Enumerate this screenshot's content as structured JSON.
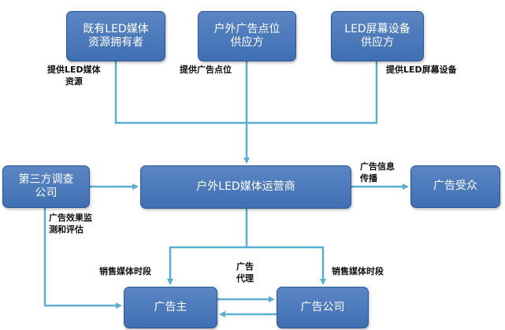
{
  "nodes": {
    "led_owner": "既有LED媒体\n资源拥有者",
    "site_supplier": "户外广告点位\n供应方",
    "device_supplier": "LED屏幕设备\n供应方",
    "third_party": "第三方调查\n公司",
    "operator": "户外LED媒体运营商",
    "audience": "广告受众",
    "advertiser": "广告主",
    "agency": "广告公司"
  },
  "labels": {
    "provide_media": "提供LED媒体\n资源",
    "provide_site": "提供广告点位",
    "provide_device": "提供LED屏幕设备",
    "ad_spread": "广告信息\n传播",
    "effect_eval": "广告效果监\n测和评估",
    "sell_left": "销售媒体时段",
    "sell_right": "销售媒体时段",
    "agent": "广告\n代理"
  },
  "colors": {
    "box": "#4a78bb",
    "line": "#5aaed0"
  }
}
